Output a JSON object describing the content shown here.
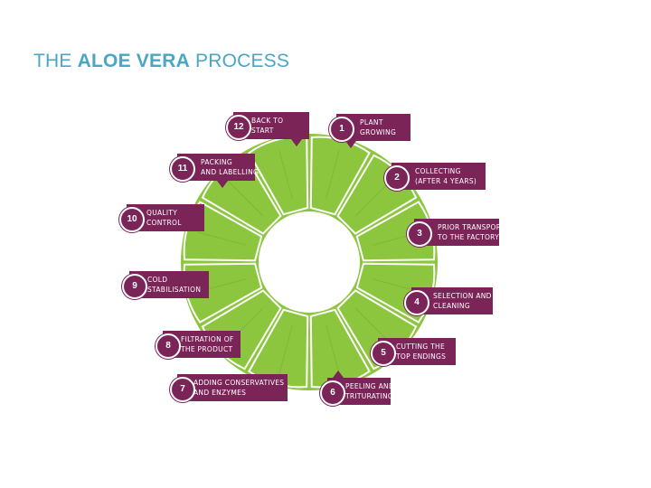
{
  "title": {
    "prefix": "THE ",
    "highlight": "ALOE VERA",
    "suffix": " PROCESS"
  },
  "colors": {
    "title": "#4aa6c4",
    "step_box": "#7b2458",
    "wheel_green": "#8cc63f",
    "wheel_dark": "#6fae2d"
  },
  "steps": [
    {
      "number": "1",
      "label": [
        "PLANT",
        "GROWING"
      ]
    },
    {
      "number": "2",
      "label": [
        "COLLECTING",
        "(AFTER 4 YEARS)"
      ]
    },
    {
      "number": "3",
      "label": [
        "PRIOR TRANSPORT",
        "TO THE FACTORY"
      ]
    },
    {
      "number": "4",
      "label": [
        "SELECTION AND",
        "CLEANING"
      ]
    },
    {
      "number": "5",
      "label": [
        "CUTTING THE",
        "TOP ENDINGS"
      ]
    },
    {
      "number": "6",
      "label": [
        "PEELING AND",
        "TRITURATING"
      ]
    },
    {
      "number": "7",
      "label": [
        "ADDING CONSERVATIVES",
        "AND ENZYMES"
      ]
    },
    {
      "number": "8",
      "label": [
        "FILTRATION OF",
        "THE PRODUCT"
      ]
    },
    {
      "number": "9",
      "label": [
        "COLD",
        "STABILISATION"
      ]
    },
    {
      "number": "10",
      "label": [
        "QUALITY",
        "CONTROL"
      ]
    },
    {
      "number": "11",
      "label": [
        "PACKING",
        "AND LABELLING"
      ]
    },
    {
      "number": "12",
      "label": [
        "BACK TO",
        "START"
      ]
    }
  ]
}
